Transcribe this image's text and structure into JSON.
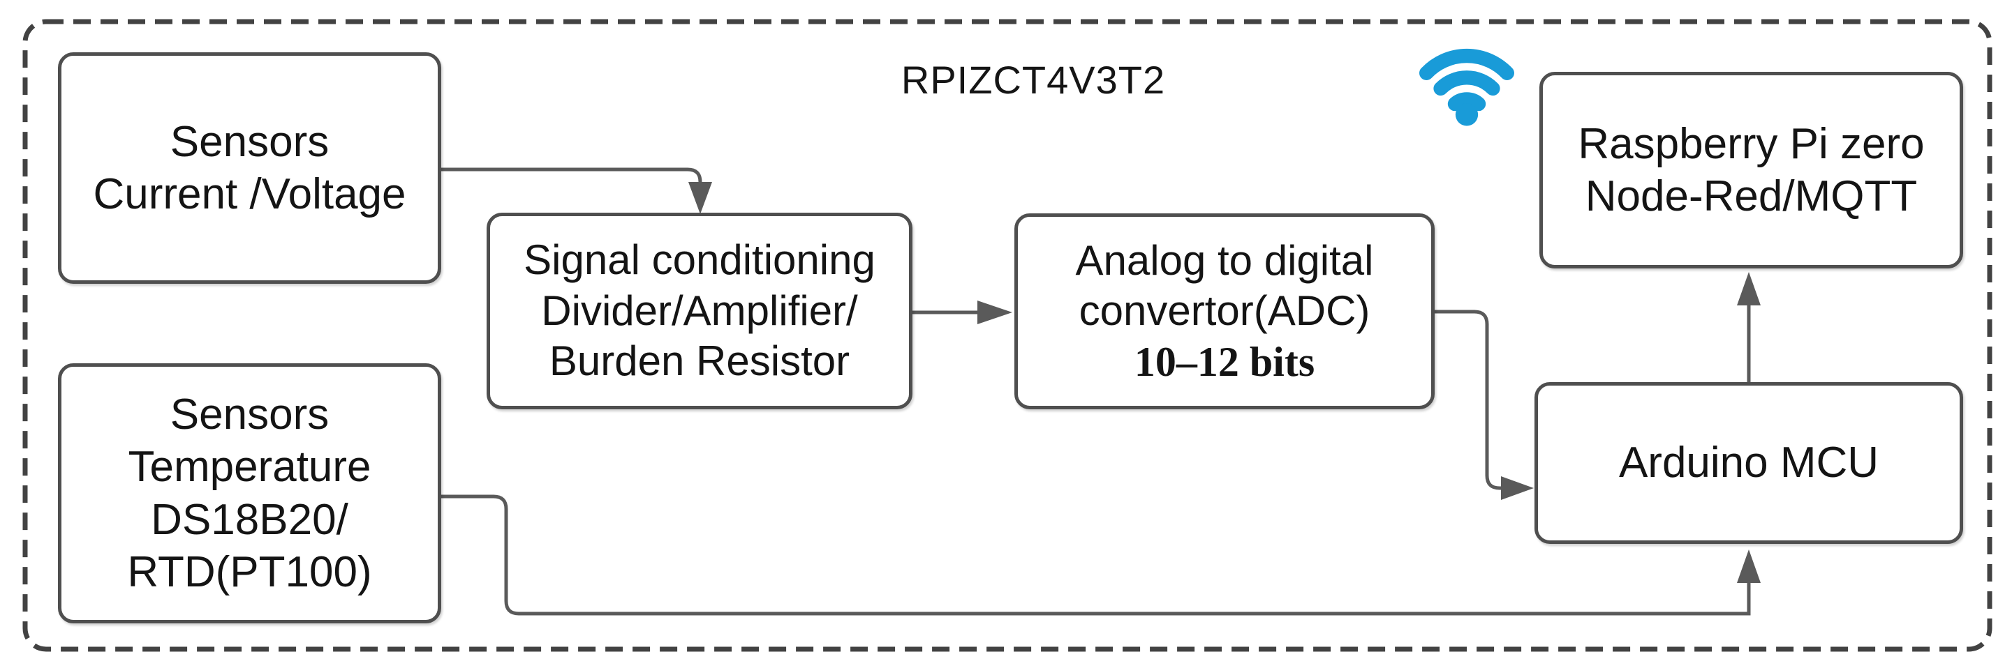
{
  "title": "RPIZCT4V3T2",
  "nodes": {
    "sensors_cv": {
      "lines": [
        "Sensors",
        "Current /Voltage"
      ]
    },
    "sensors_temp": {
      "lines": [
        "Sensors",
        "Temperature",
        "DS18B20/",
        "RTD(PT100)"
      ]
    },
    "signal": {
      "lines": [
        "Signal conditioning",
        "Divider/Amplifier/",
        "Burden Resistor"
      ]
    },
    "adc": {
      "lines": [
        "Analog to digital",
        "convertor(ADC)",
        "10–12 bits"
      ]
    },
    "rpi": {
      "lines": [
        "Raspberry Pi zero",
        "Node-Red/MQTT"
      ]
    },
    "arduino": {
      "lines": [
        "Arduino MCU"
      ]
    }
  },
  "icons": {
    "wifi": "wifi-signal"
  },
  "colors": {
    "wifi_blue": "#199BD8",
    "connector_gray": "#5a5a5a",
    "box_border_gray": "#4f4f4f",
    "dashed_border_gray": "#424242",
    "text_color": "#141414"
  }
}
